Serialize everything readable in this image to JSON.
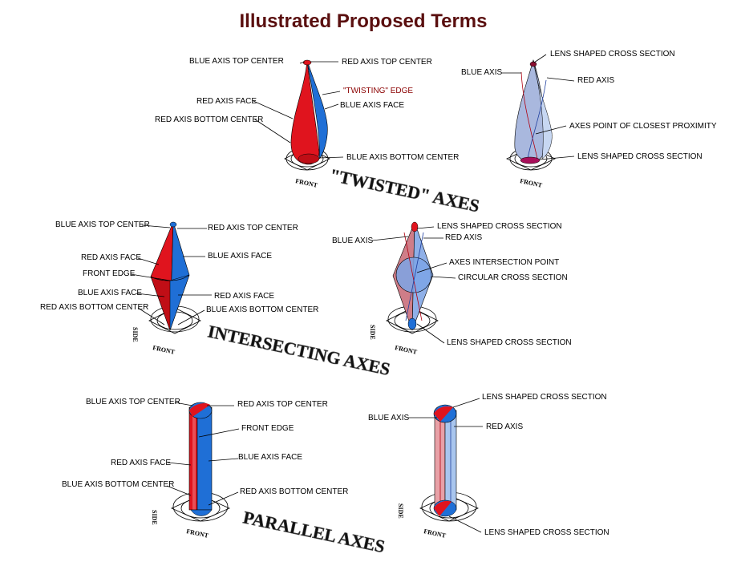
{
  "title": "Illustrated  Proposed Terms",
  "sections": {
    "twisted": "\"TWISTED\" AXES",
    "intersecting": "INTERSECTING AXES",
    "parallel": "PARALLEL AXES"
  },
  "view_labels": {
    "front": "FRONT",
    "side": "SIDE"
  },
  "labels": {
    "t_solid": {
      "blue_top": "BLUE AXIS TOP CENTER",
      "red_top": "RED AXIS TOP CENTER",
      "twisting": "\"TWISTING\" EDGE",
      "red_face": "RED AXIS FACE",
      "blue_face": "BLUE AXIS FACE",
      "red_bottom": "RED AXIS BOTTOM CENTER",
      "blue_bottom": "BLUE AXIS BOTTOM CENTER"
    },
    "t_trans": {
      "lens_top": "LENS SHAPED CROSS SECTION",
      "blue_axis": "BLUE AXIS",
      "red_axis": "RED AXIS",
      "closest": "AXES POINT OF CLOSEST PROXIMITY",
      "lens_bottom": "LENS SHAPED CROSS SECTION"
    },
    "i_solid": {
      "blue_top": "BLUE AXIS TOP CENTER",
      "red_top": "RED AXIS TOP CENTER",
      "red_face": "RED AXIS FACE",
      "blue_face": "BLUE AXIS FACE",
      "front_edge": "FRONT EDGE",
      "blue_face2": "BLUE AXIS FACE",
      "red_face2": "RED AXIS FACE",
      "red_bottom": "RED AXIS BOTTOM CENTER",
      "blue_bottom": "BLUE AXIS BOTTOM CENTER"
    },
    "i_trans": {
      "lens_top": "LENS SHAPED CROSS SECTION",
      "blue_axis": "BLUE AXIS",
      "red_axis": "RED AXIS",
      "intersection": "AXES INTERSECTION POINT",
      "circular": "CIRCULAR CROSS SECTION",
      "lens_bottom": "LENS SHAPED CROSS SECTION"
    },
    "p_solid": {
      "blue_top": "BLUE AXIS TOP CENTER",
      "red_top": "RED AXIS TOP CENTER",
      "front_edge": "FRONT EDGE",
      "red_face": "RED AXIS FACE",
      "blue_face": "BLUE AXIS FACE",
      "blue_bottom": "BLUE AXIS BOTTOM CENTER",
      "red_bottom": "RED AXIS BOTTOM CENTER"
    },
    "p_trans": {
      "lens_top": "LENS SHAPED CROSS SECTION",
      "blue_axis": "BLUE AXIS",
      "red_axis": "RED AXIS",
      "lens_bottom": "LENS SHAPED CROSS SECTION"
    }
  },
  "colors": {
    "red": "#e0141e",
    "blue": "#1f6fd6",
    "light_red": "#e8a0a6",
    "light_blue": "#a9c6ee",
    "title": "#5a0f0f"
  }
}
